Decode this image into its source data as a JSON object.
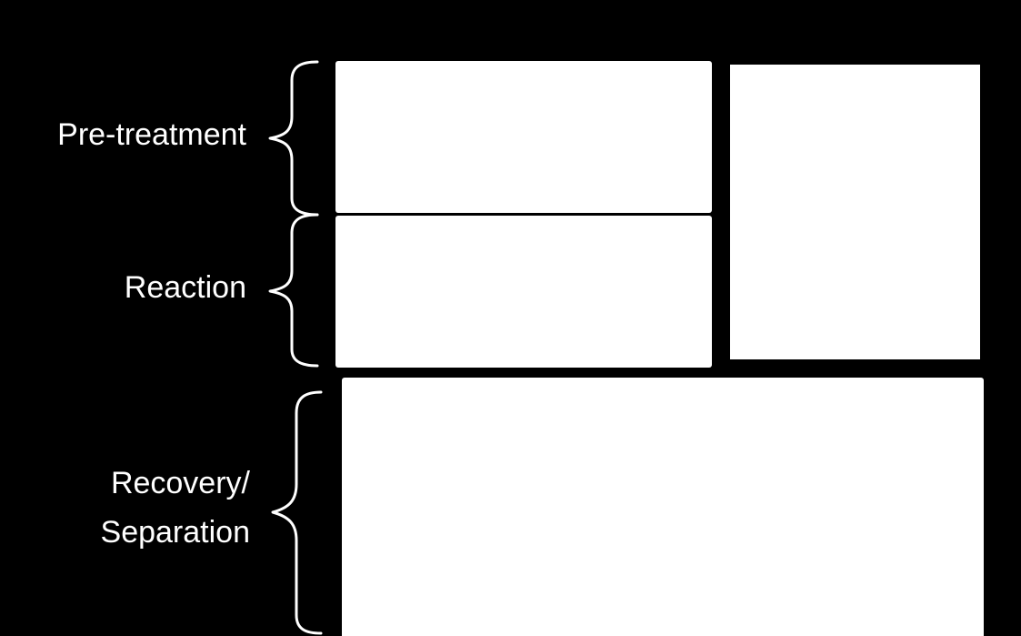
{
  "diagram": {
    "background_color": "#000000",
    "foreground_color": "#ffffff",
    "stages": [
      {
        "id": "pre-treatment",
        "label": "Pre-treatment"
      },
      {
        "id": "reaction",
        "label": "Reaction"
      },
      {
        "id": "recovery",
        "label_lines": [
          "Recovery/",
          "Separation"
        ]
      }
    ]
  }
}
